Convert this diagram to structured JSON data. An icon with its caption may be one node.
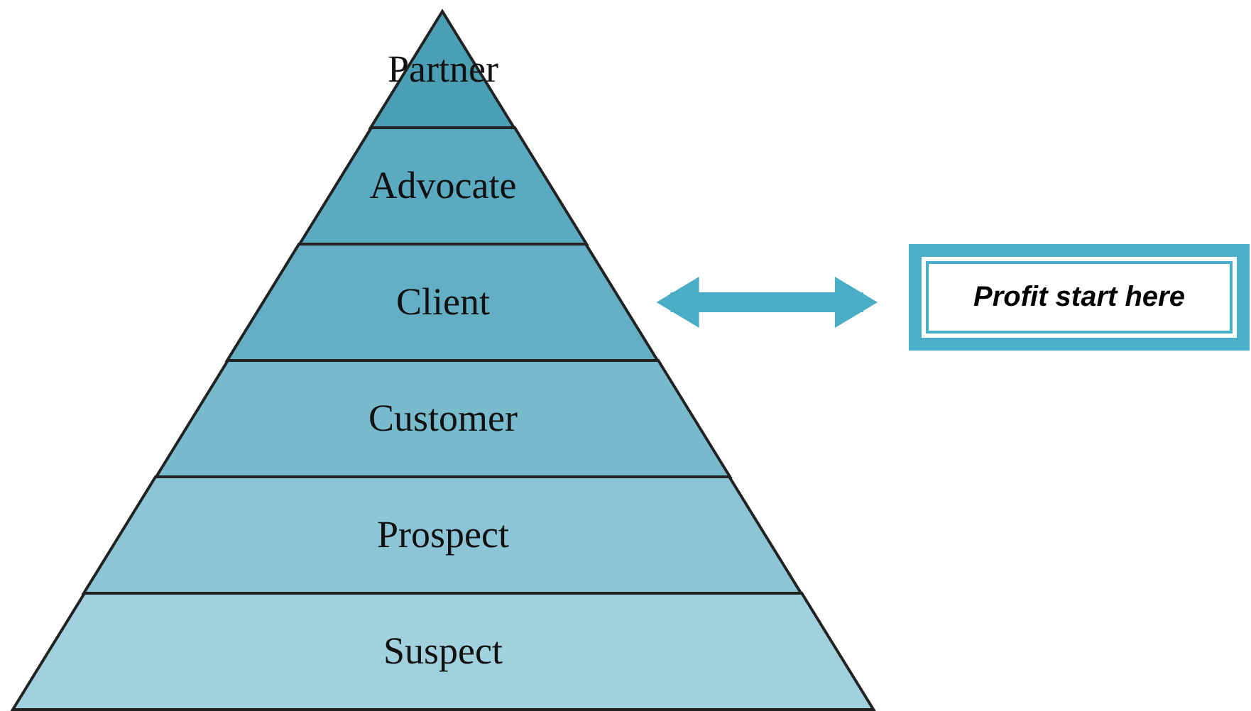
{
  "diagram": {
    "nodes": [
      {
        "text": [
          "Partner"
        ]
      },
      {
        "text": [
          "Advocate"
        ]
      },
      {
        "text": [
          "Client"
        ]
      },
      {
        "text": [
          "Customer"
        ]
      },
      {
        "text": [
          "Prospect"
        ]
      },
      {
        "text": [
          "Suspect"
        ]
      },
      {
        "text": [
          "Profit start here"
        ]
      }
    ],
    "edges": [
      {
        "from": 2,
        "to": 6,
        "arrow": "both"
      }
    ]
  }
}
